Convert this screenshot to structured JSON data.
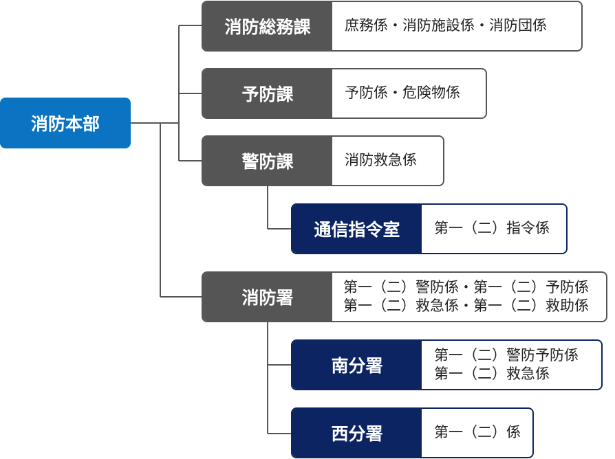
{
  "root": {
    "label": "消防本部"
  },
  "departments": [
    {
      "id": "soumu",
      "name": "消防総務課",
      "desc": [
        "庶務係・消防施設係・消防団係"
      ]
    },
    {
      "id": "yobo",
      "name": "予防課",
      "desc": [
        "予防係・危険物係"
      ]
    },
    {
      "id": "keibo",
      "name": "警防課",
      "desc": [
        "消防救急係"
      ]
    },
    {
      "id": "tsushin",
      "name": "通信指令室",
      "desc": [
        "第一（二）指令係"
      ]
    },
    {
      "id": "shobosho",
      "name": "消防署",
      "desc": [
        "第一（二）警防係・第一（二）予防係",
        "第一（二）救急係・第一（二）救助係"
      ]
    },
    {
      "id": "minami",
      "name": "南分署",
      "desc": [
        "第一（二）警防予防係",
        "第一（二）救急係"
      ]
    },
    {
      "id": "nishi",
      "name": "西分署",
      "desc": [
        "第一（二）係"
      ]
    }
  ],
  "colors": {
    "root": "#0a73c2",
    "gray": "#555555",
    "navy": "#0c2562",
    "line": "#555555"
  }
}
